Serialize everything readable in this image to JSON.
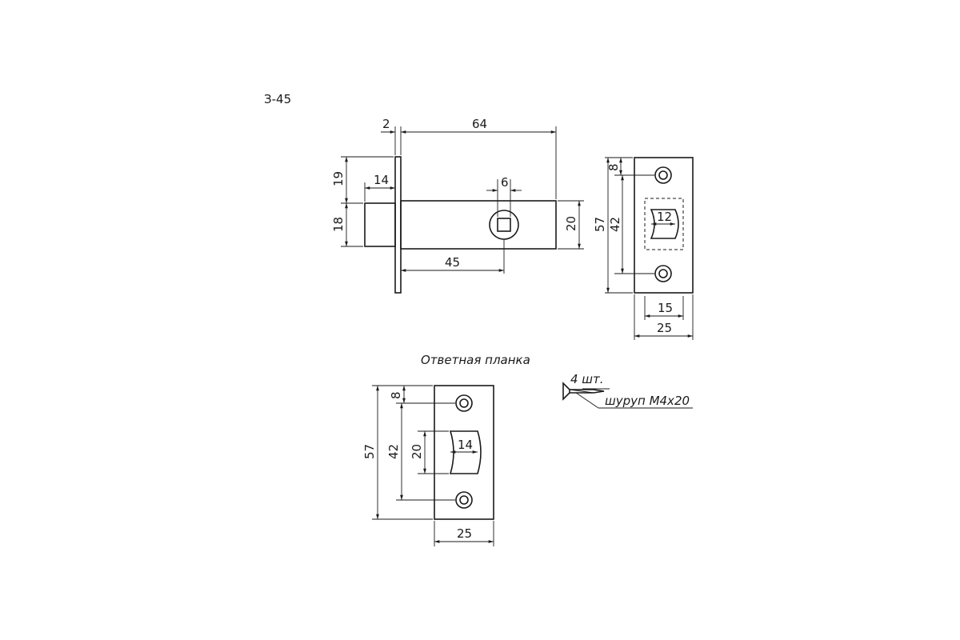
{
  "model": "З-45",
  "strike_plate_title": "Ответная планка",
  "screw": {
    "quantity": "4 шт.",
    "name": "шуруп М4х20"
  },
  "latch_dims": {
    "plate_thickness": "2",
    "body_length": "64",
    "bolt_offset": "19",
    "bolt_length": "14",
    "bolt_height": "18",
    "spindle": "6",
    "body_height": "20",
    "backset": "45"
  },
  "faceplate_dims": {
    "hole_offset": "8",
    "height": "57",
    "hole_spacing": "42",
    "window": "12",
    "inner_width": "15",
    "width": "25"
  },
  "strike_dims": {
    "hole_offset": "8",
    "height": "57",
    "hole_spacing": "42",
    "window_height": "20",
    "window": "14",
    "width": "25"
  }
}
